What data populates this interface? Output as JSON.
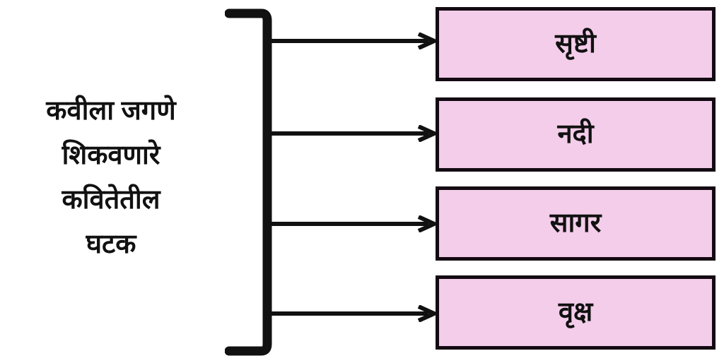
{
  "diagram": {
    "type": "bracket-tree",
    "title_text": "कवीला जगणे शिकवणारे कवितेतील घटक",
    "root": {
      "lines": [
        "कवीला जगणे",
        "शिकवणारे",
        "कवितेतील",
        "घटक"
      ]
    },
    "branches": [
      {
        "label": "सृष्टी"
      },
      {
        "label": "नदी"
      },
      {
        "label": "सागर"
      },
      {
        "label": "वृक्ष"
      }
    ],
    "colors": {
      "box_fill": "#f3cde9",
      "box_border": "#140a12",
      "text": "#111111",
      "line": "#111111",
      "background": "#ffffff"
    }
  }
}
